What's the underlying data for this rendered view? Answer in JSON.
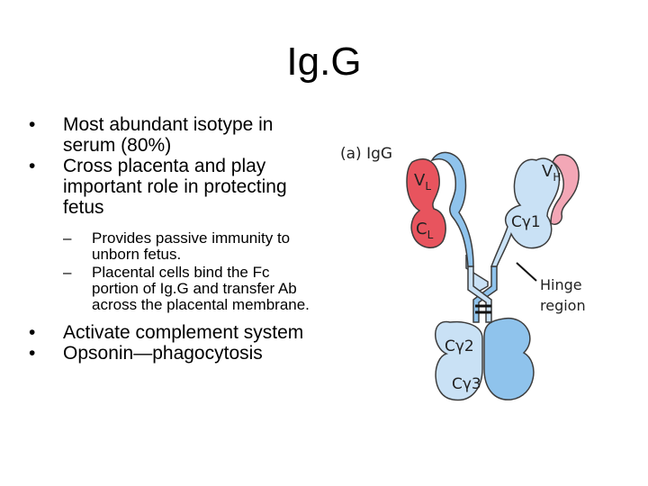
{
  "slide": {
    "title": "Ig.G",
    "bullets": [
      {
        "text": "Most abundant isotype in serum (80%)"
      },
      {
        "text": "Cross placenta and play important role in protecting fetus"
      },
      {
        "text": "Activate complement system"
      },
      {
        "text": "Opsonin—phagocytosis"
      }
    ],
    "sub_bullets": [
      {
        "text": "Provides passive immunity to unborn fetus."
      },
      {
        "text": "Placental cells bind the Fc portion of Ig.G and transfer Ab across the placental membrane."
      }
    ],
    "bullet_mark": "•",
    "sub_mark": "–"
  },
  "diagram": {
    "panel_label": "(a) IgG",
    "vl": "V",
    "vl_sub": "L",
    "cl": "C",
    "cl_sub": "L",
    "vh": "V",
    "vh_sub": "H",
    "cg1": "Cγ1",
    "cg2": "Cγ2",
    "cg3": "Cγ3",
    "hinge_line1": "Hinge",
    "hinge_line2": "region",
    "colors": {
      "light_chain": "#e8545e",
      "heavy_chain": "#8fc3ec",
      "heavy_chain_light": "#c9e1f5",
      "pink": "#f3a7b6",
      "outline": "#3c3c3c"
    }
  }
}
